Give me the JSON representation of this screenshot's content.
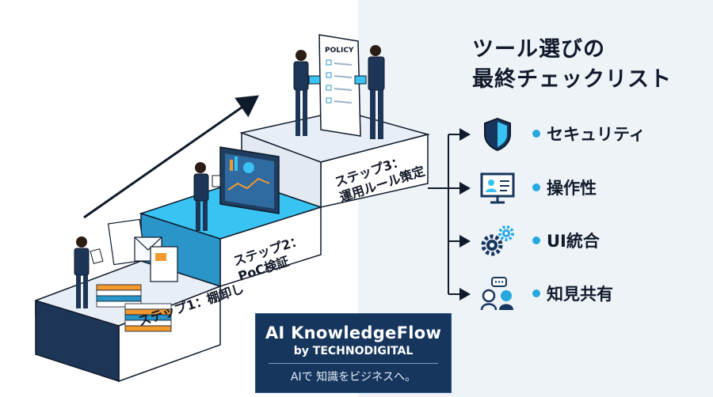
{
  "title": "ツール選びの\n最終チェックリスト",
  "steps": [
    {
      "label": "ステップ1：棚卸し"
    },
    {
      "label": "ステップ2：\nPoC検証"
    },
    {
      "label": "ステップ3：\n運用ルール策定"
    }
  ],
  "policy_doc": {
    "heading": "POLICY"
  },
  "checklist": [
    {
      "label": "セキュリティ",
      "icon": "shield-icon"
    },
    {
      "label": "操作性",
      "icon": "monitor-user-icon"
    },
    {
      "label": "UI統合",
      "icon": "gears-icon"
    },
    {
      "label": "知見共有",
      "icon": "people-chat-icon"
    }
  ],
  "brand": {
    "name": "AI KnowledgeFlow",
    "by": "by TECHNODIGITAL",
    "tagline": "AIで 知識をビジネスへ。"
  },
  "colors": {
    "navy": "#17365e",
    "accent": "#27a9e0",
    "text": "#101a2b"
  }
}
